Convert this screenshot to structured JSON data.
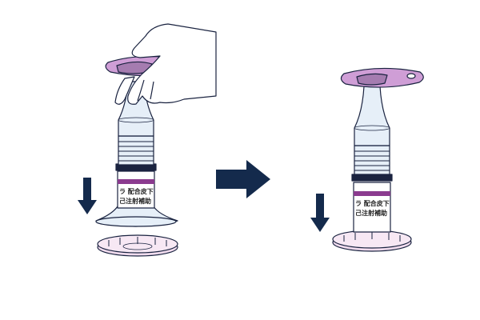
{
  "steps": [
    {
      "label_line1": "ラ 配合皮下",
      "label_line2": "己注射補助"
    },
    {
      "label_line1": "ラ 配合皮下",
      "label_line2": "己注射補助"
    }
  ],
  "icons": {
    "hand": "hand-icon",
    "down_arrow": "down-arrow-icon",
    "next_arrow": "right-arrow-icon"
  },
  "colors": {
    "outline": "#1a2340",
    "arrow": "#142a4c",
    "cap_pink": "#cf9ed6",
    "cap_purple": "#a57cb0",
    "body_blue": "#e6eff8",
    "plate_pink": "#f1dcee",
    "label_band": "#8b3b8f",
    "label_bg": "#ffffff"
  }
}
